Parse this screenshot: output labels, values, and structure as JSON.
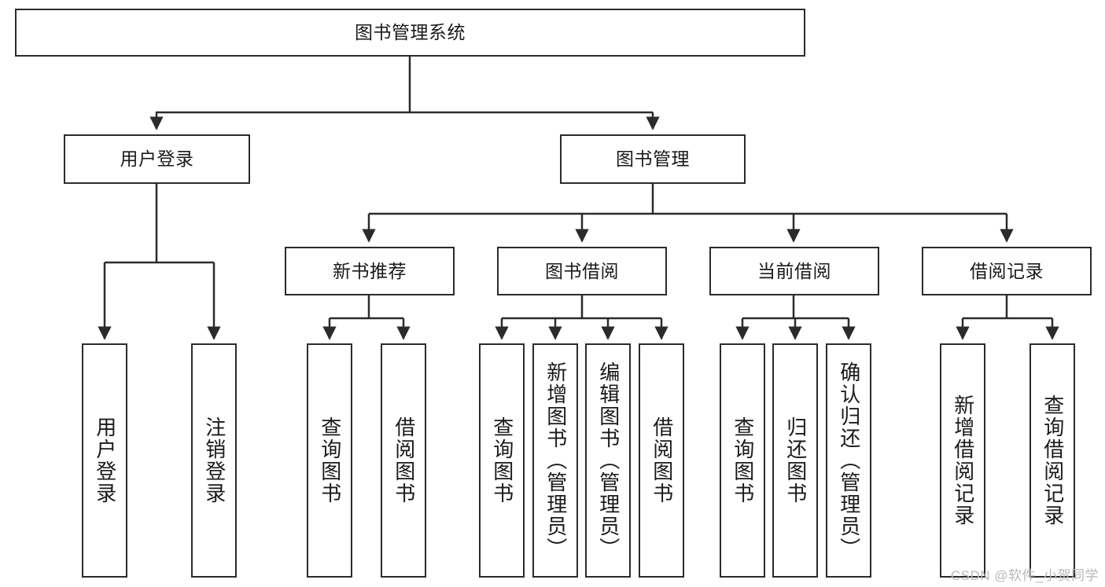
{
  "diagram": {
    "title": "图书管理系统",
    "type": "hierarchy-tree",
    "stroke_color": "#2b2b2b",
    "background_color": "#ffffff",
    "text_color": "#1a1a1a",
    "root": {
      "label": "图书管理系统"
    },
    "level2": [
      {
        "label": "用户登录"
      },
      {
        "label": "图书管理"
      }
    ],
    "level3": [
      {
        "label": "新书推荐"
      },
      {
        "label": "图书借阅"
      },
      {
        "label": "当前借阅"
      },
      {
        "label": "借阅记录"
      }
    ],
    "leaves": {
      "user_login": [
        {
          "label": "用户登录"
        },
        {
          "label": "注销登录"
        }
      ],
      "new_book_recommend": [
        {
          "label": "查询图书"
        },
        {
          "label": "借阅图书"
        }
      ],
      "book_borrow": [
        {
          "label": "查询图书"
        },
        {
          "label": "新增图书（管理员）"
        },
        {
          "label": "编辑图书（管理员）"
        },
        {
          "label": "借阅图书"
        }
      ],
      "current_borrow": [
        {
          "label": "查询图书"
        },
        {
          "label": "归还图书"
        },
        {
          "label": "确认归还（管理员）"
        }
      ],
      "borrow_record": [
        {
          "label": "新增借阅记录"
        },
        {
          "label": "查询借阅记录"
        }
      ]
    }
  },
  "watermark": {
    "text": "CSDN @软件_小贺同学"
  }
}
